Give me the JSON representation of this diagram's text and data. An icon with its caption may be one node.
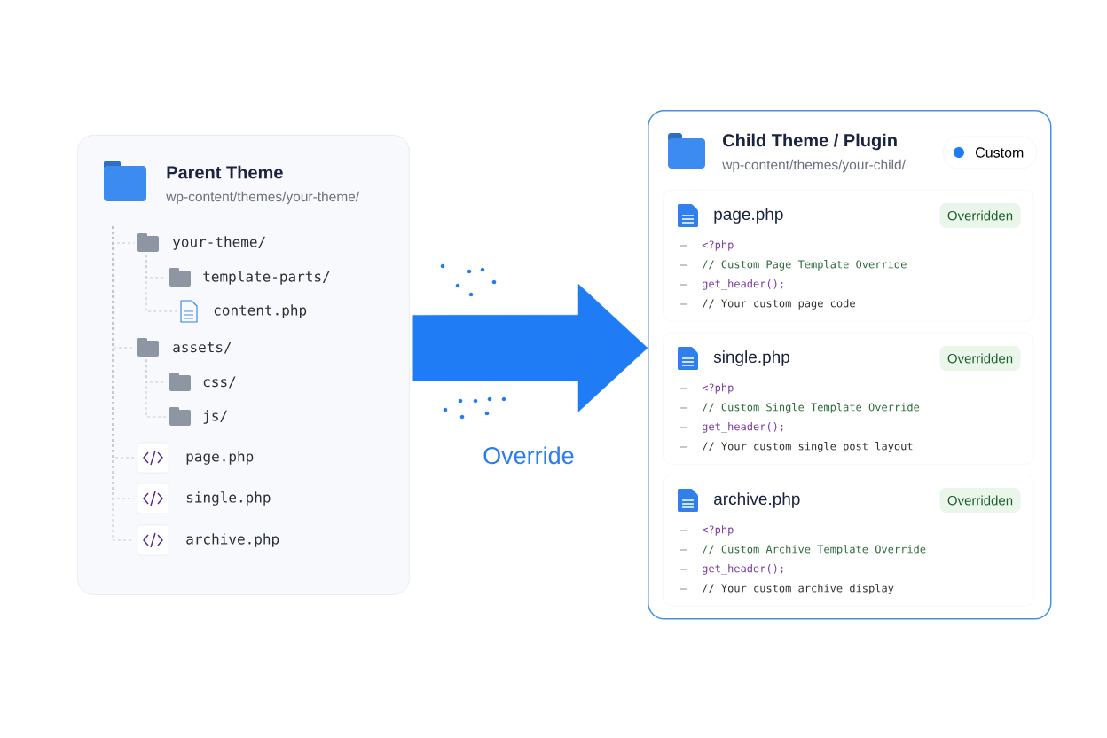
{
  "diagram": {
    "nodes": [
      {
        "text": [
          "Parent Theme",
          "wp-content/themes/your-theme/"
        ]
      },
      {
        "text": [
          "your-theme/"
        ],
        "in": 0
      },
      {
        "text": [
          "template-parts/"
        ],
        "in": 0
      },
      {
        "text": [
          "content.php"
        ],
        "in": 0
      },
      {
        "text": [
          "assets/"
        ],
        "in": 0
      },
      {
        "text": [
          "css/"
        ],
        "in": 0
      },
      {
        "text": [
          "js/"
        ],
        "in": 0
      },
      {
        "text": [
          "page.php"
        ],
        "in": 0
      },
      {
        "text": [
          "single.php"
        ],
        "in": 0
      },
      {
        "text": [
          "archive.php"
        ],
        "in": 0
      },
      {
        "text": [
          "Child Theme / Plugin",
          "wp-content/themes/your-child/"
        ]
      },
      {
        "text": [
          "Custom"
        ],
        "in": 10
      },
      {
        "text": [
          "page.php",
          "<?php",
          "// Custom Page Template Override",
          "get_header();",
          "// Your custom page code"
        ],
        "in": 10
      },
      {
        "text": [
          "Overridden"
        ],
        "in": 12
      },
      {
        "text": [
          "single.php",
          "<?php",
          "// Custom Single Template Override",
          "get_header();",
          "// Your custom single post layout"
        ],
        "in": 10
      },
      {
        "text": [
          "Overridden"
        ],
        "in": 14
      },
      {
        "text": [
          "archive.php",
          "<?php",
          "// Custom Archive Template Override",
          "get_header();",
          "// Your custom archive display"
        ],
        "in": 10
      },
      {
        "text": [
          "Overridden"
        ],
        "in": 16
      }
    ],
    "edges": [
      {
        "from": 0,
        "to": 10,
        "arrow": "to",
        "label": "Override",
        "style": "thick",
        "color": "#1f7cf5"
      },
      {
        "from": null,
        "to": 1,
        "arrow": "none",
        "style": "dashed"
      },
      {
        "from": 1,
        "to": 2,
        "arrow": "none",
        "style": "dashed"
      },
      {
        "from": 1,
        "to": 3,
        "arrow": "none",
        "style": "dashed"
      },
      {
        "from": null,
        "to": 4,
        "arrow": "none",
        "style": "dashed"
      },
      {
        "from": 4,
        "to": 5,
        "arrow": "none",
        "style": "dashed"
      },
      {
        "from": 4,
        "to": 6,
        "arrow": "none",
        "style": "dashed"
      },
      {
        "from": null,
        "to": 7,
        "arrow": "none",
        "style": "dashed"
      },
      {
        "from": null,
        "to": 8,
        "arrow": "none",
        "style": "dashed"
      },
      {
        "from": null,
        "to": 9,
        "arrow": "none",
        "style": "dashed"
      }
    ]
  }
}
